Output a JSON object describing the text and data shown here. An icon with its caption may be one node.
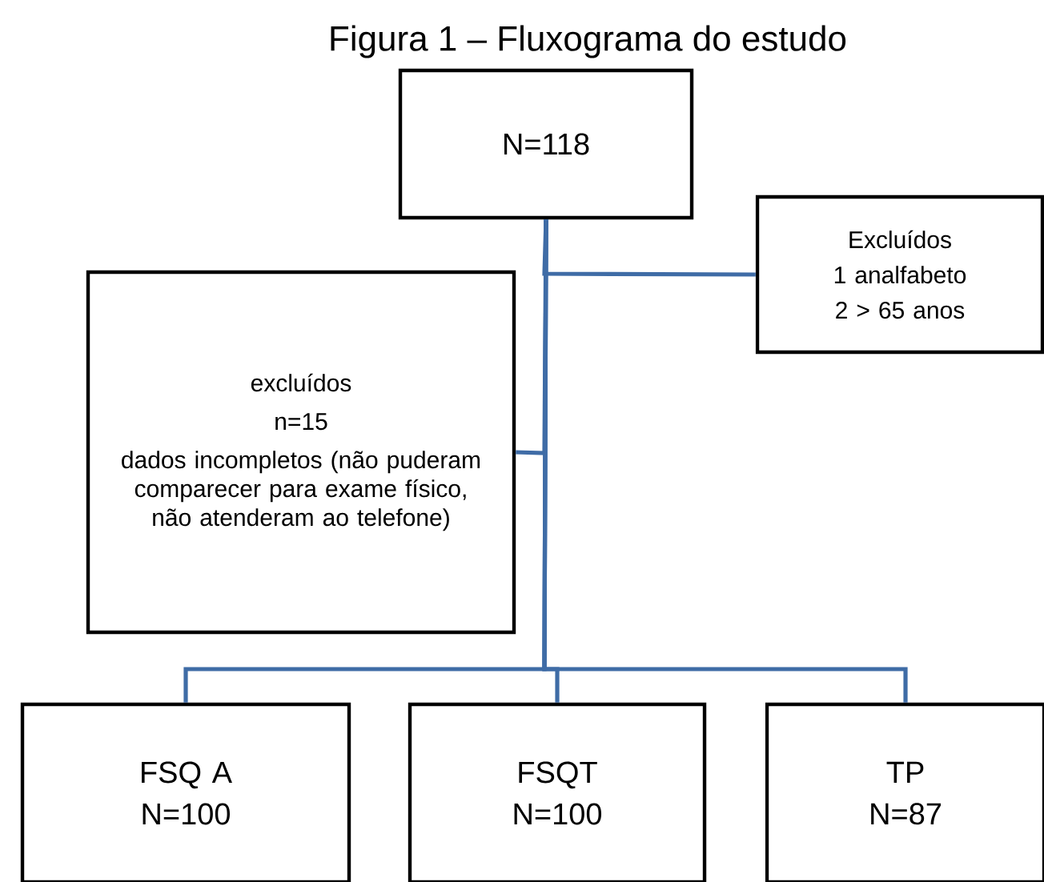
{
  "diagram": {
    "title": "Figura 1 – Fluxograma do estudo",
    "nodes": [
      {
        "text": [
          "N=118"
        ]
      },
      {
        "text": [
          "Excluídos",
          "1 analfabeto",
          "2 > 65 anos"
        ]
      },
      {
        "text": [
          "excluídos",
          "n=15",
          "dados incompletos (não puderam comparecer para exame físico, não atenderam ao telefone)"
        ]
      },
      {
        "text": [
          "FSQ A",
          "N=100"
        ]
      },
      {
        "text": [
          "FSQT",
          "N=100"
        ]
      },
      {
        "text": [
          "TP",
          "N=87"
        ]
      }
    ],
    "edges": [
      {
        "from": 0,
        "to": 1,
        "arrow": "none"
      },
      {
        "from": 0,
        "to": 2,
        "arrow": "none"
      },
      {
        "from": 0,
        "to": 3,
        "arrow": "none"
      },
      {
        "from": 0,
        "to": 4,
        "arrow": "none"
      },
      {
        "from": 0,
        "to": 5,
        "arrow": "none"
      }
    ]
  }
}
